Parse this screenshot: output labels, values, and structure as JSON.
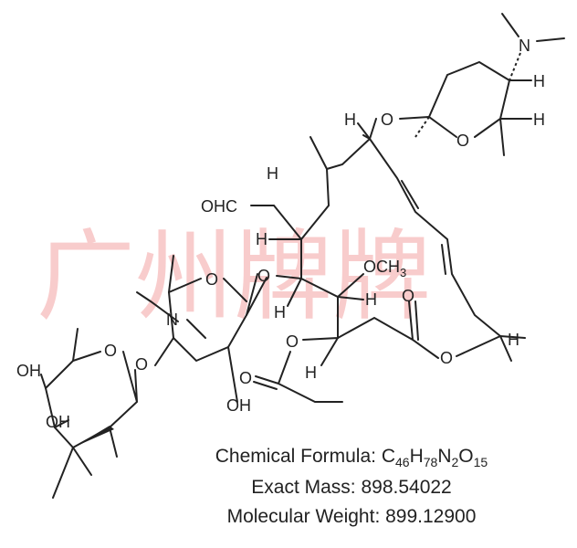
{
  "watermark": "广州牌牌",
  "atoms": {
    "n_top": "N",
    "h1": "H",
    "h2": "H",
    "o_ring1": "O",
    "o_glyc1": "O",
    "h3": "H",
    "h4": "H",
    "ohc": "OHC",
    "h5": "H",
    "o_glyc2": "O",
    "och3": "OCH",
    "och3_sub": "3",
    "h6": "H",
    "h7": "H",
    "o_carbonyl": "O",
    "o_lactone": "O",
    "h8": "H",
    "o_ester": "O",
    "h9": "H",
    "o_propionyl": "O",
    "oh1": "OH",
    "o_ring2": "O",
    "n_sugar": "N",
    "o_glyc3": "O",
    "o_ring3": "O",
    "oh2": "OH",
    "oh3": "OH"
  },
  "info": {
    "formula_label": "Chemical Formula: ",
    "formula": [
      {
        "t": "C",
        "s": "46"
      },
      {
        "t": "H",
        "s": "78"
      },
      {
        "t": "N",
        "s": "2"
      },
      {
        "t": "O",
        "s": "15"
      }
    ],
    "exact_mass": "Exact Mass: 898.54022",
    "molecular_weight": "Molecular Weight: 899.12900"
  }
}
